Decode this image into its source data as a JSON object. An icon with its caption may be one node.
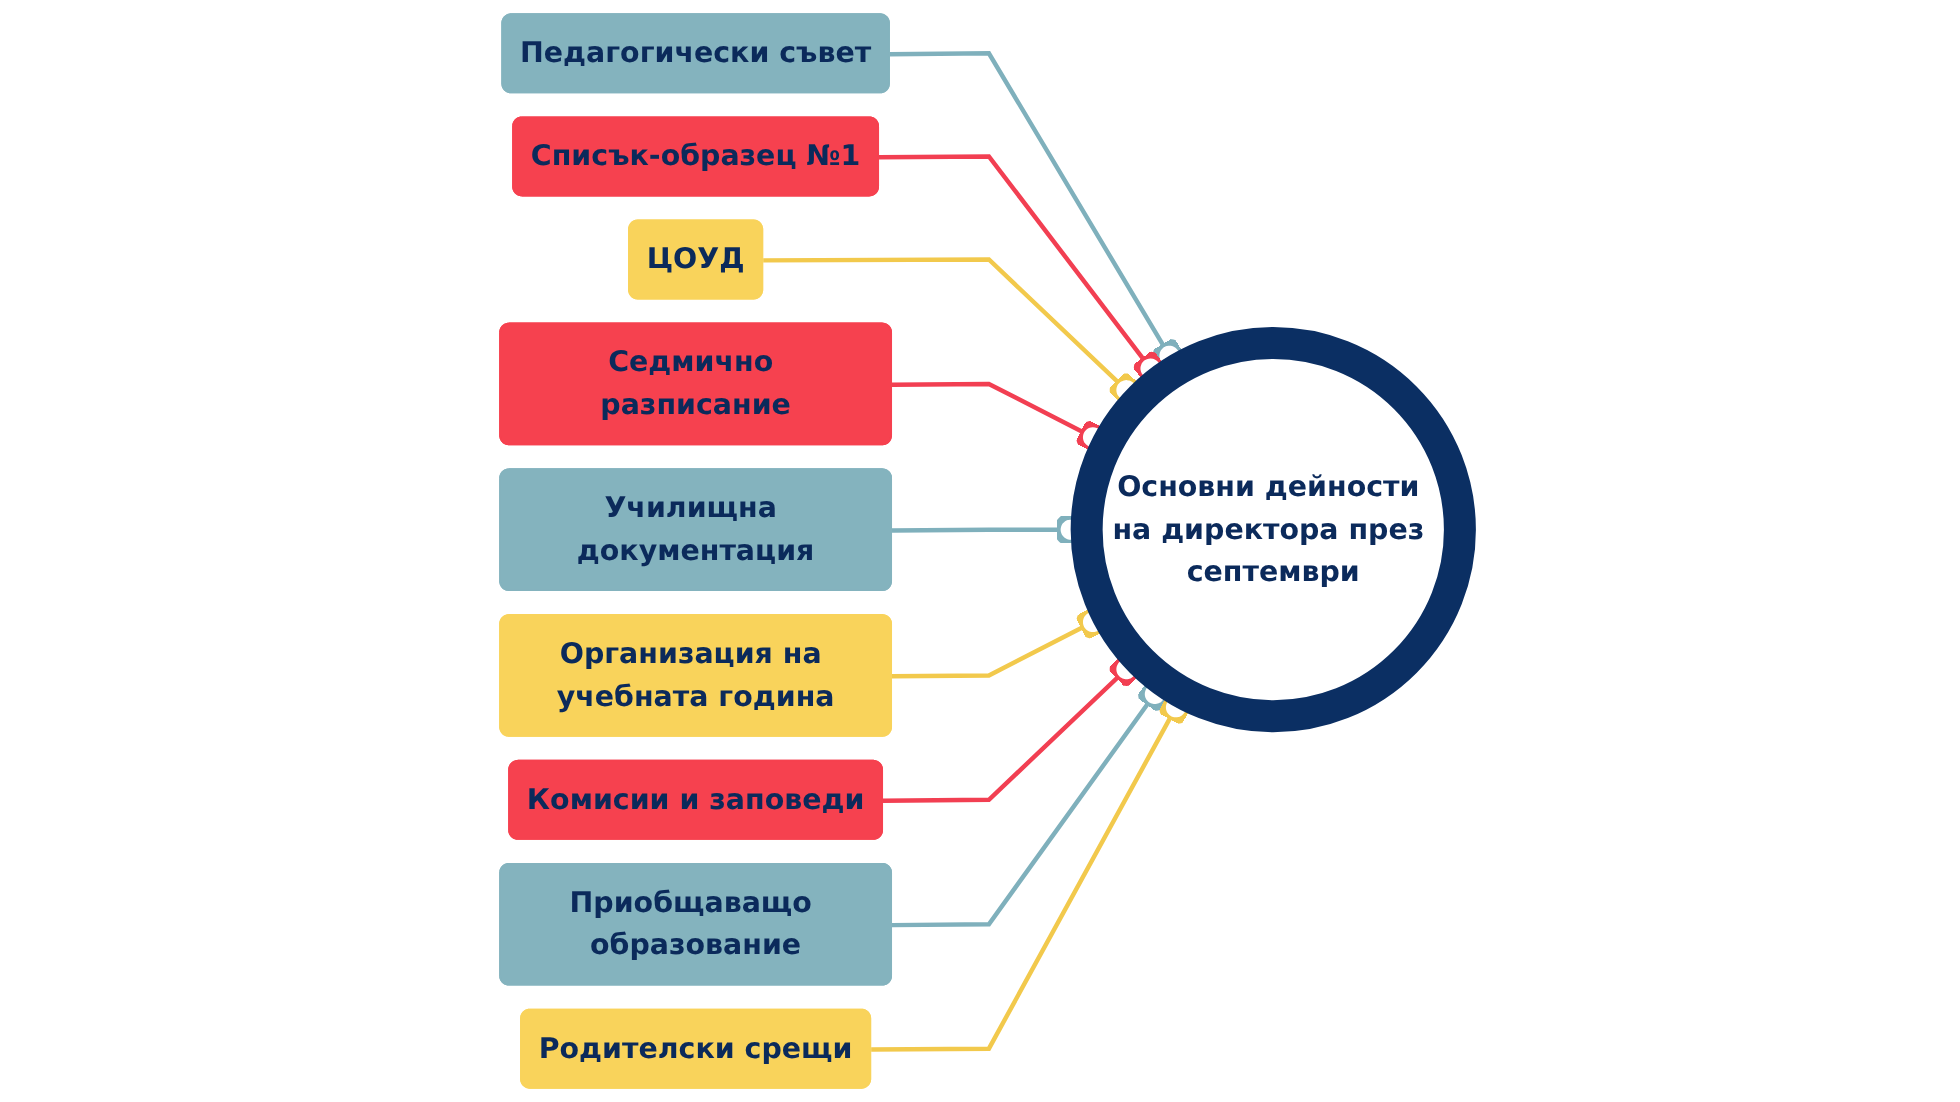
{
  "diagram": {
    "nodes": [
      {
        "text": [
          "Основни дейности на директора през септември"
        ]
      },
      {
        "text": [
          "Педагогически съвет"
        ]
      },
      {
        "text": [
          "Списък-образец №1"
        ]
      },
      {
        "text": [
          "ЦОУД"
        ]
      },
      {
        "text": [
          "Седмично разписание"
        ]
      },
      {
        "text": [
          "Училищна документация"
        ]
      },
      {
        "text": [
          "Организация на учебната година"
        ]
      },
      {
        "text": [
          "Комисии и заповеди"
        ]
      },
      {
        "text": [
          "Приобщаващо образование"
        ]
      },
      {
        "text": [
          "Родителски срещи"
        ]
      }
    ],
    "edges": [
      {
        "from": 1,
        "to": 0,
        "arrow": "other",
        "color": "#7fb0bc"
      },
      {
        "from": 2,
        "to": 0,
        "arrow": "other",
        "color": "#f23f52"
      },
      {
        "from": 3,
        "to": 0,
        "arrow": "other",
        "color": "#f2c94c"
      },
      {
        "from": 4,
        "to": 0,
        "arrow": "other",
        "color": "#f23f52"
      },
      {
        "from": 5,
        "to": 0,
        "arrow": "other",
        "color": "#7fb0bc"
      },
      {
        "from": 6,
        "to": 0,
        "arrow": "other",
        "color": "#f2c94c"
      },
      {
        "from": 7,
        "to": 0,
        "arrow": "other",
        "color": "#f23f52"
      },
      {
        "from": 8,
        "to": 0,
        "arrow": "other",
        "color": "#7fb0bc"
      },
      {
        "from": 9,
        "to": 0,
        "arrow": "other",
        "color": "#f2c94c"
      }
    ]
  }
}
